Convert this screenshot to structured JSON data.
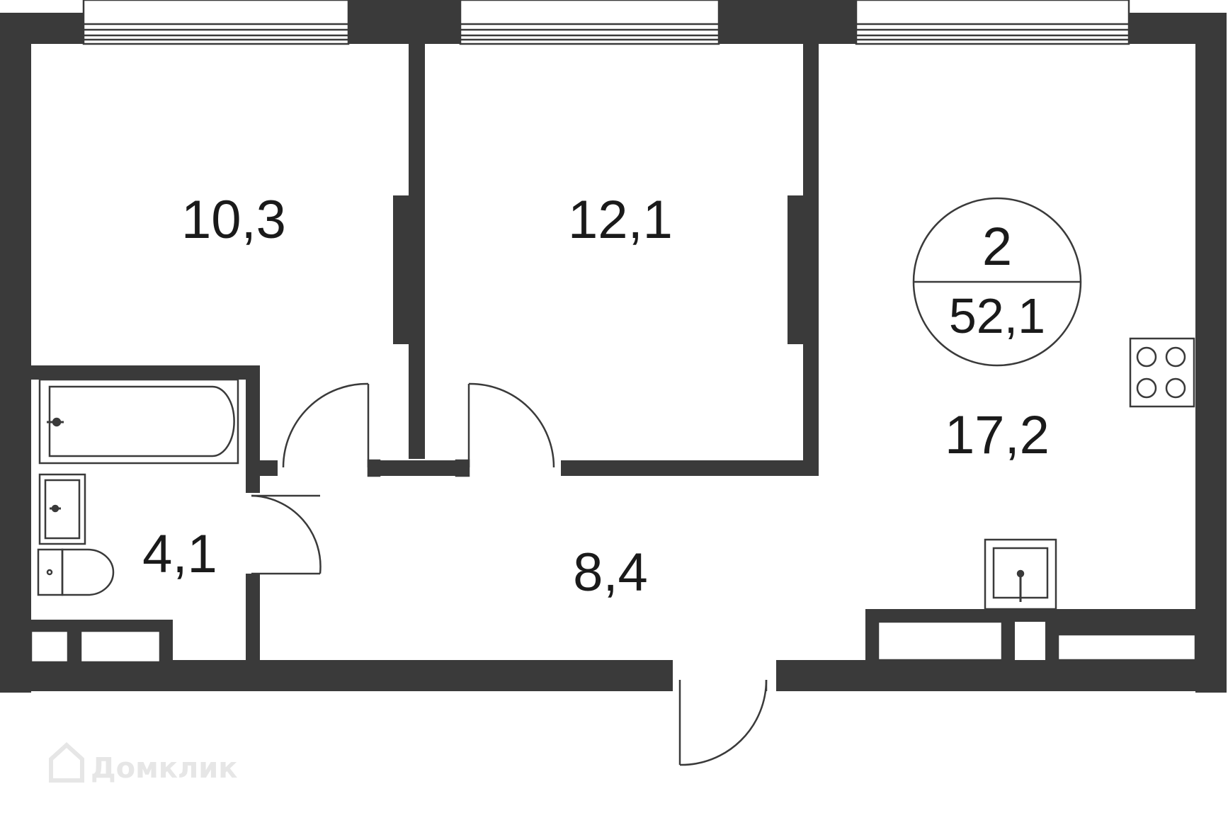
{
  "plan": {
    "rooms": {
      "bedroom_1": "10,3",
      "bedroom_2": "12,1",
      "kitchen_living": "17,2",
      "bathroom": "4,1",
      "hallway": "8,4"
    },
    "badge": {
      "rooms_count": "2",
      "total_area": "52,1"
    },
    "watermark": "Домклик",
    "colors": {
      "wall": "#3a3a3a",
      "fixture_stroke": "#3a3a3a",
      "text": "#1a1a1a",
      "watermark": "#e6e6e6",
      "background": "#ffffff"
    }
  }
}
